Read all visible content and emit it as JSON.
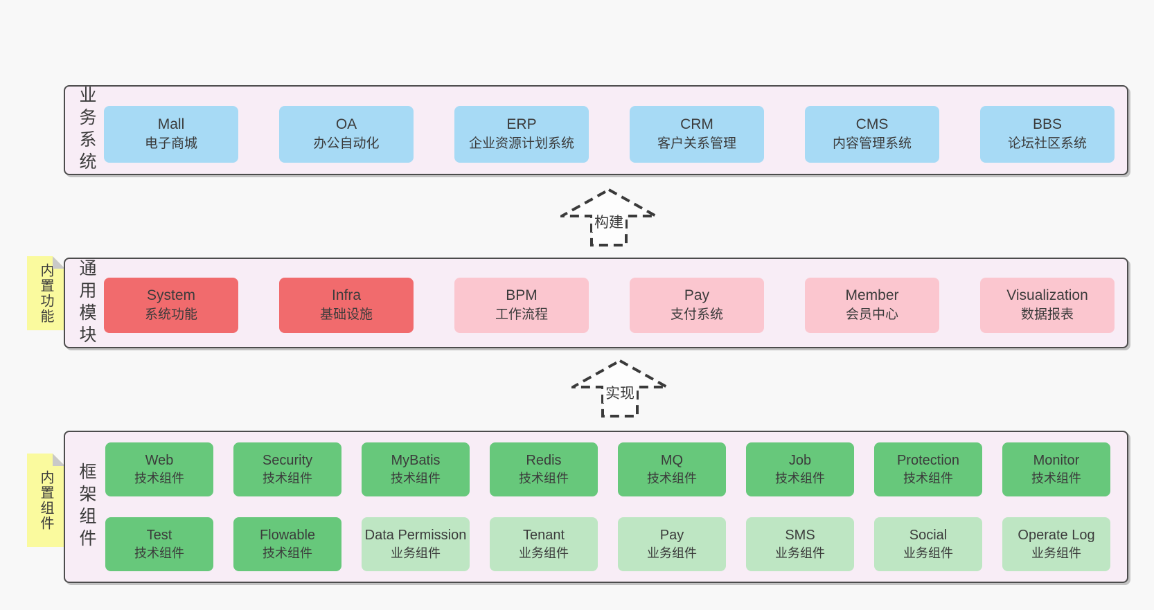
{
  "colors": {
    "page_bg": "#f8f8f8",
    "layer_bg": "#f8edf6",
    "layer_border": "#4c4c4c",
    "blue_box": "#a7daf5",
    "red_box": "#f16b6d",
    "pink_box": "#fbc6cf",
    "green_box": "#67c87b",
    "light_green_box": "#bee6c3",
    "tag_yellow": "#fafa9e",
    "fold_gray": "#c9c9c9",
    "text": "#3b3b3b"
  },
  "layers": [
    {
      "label": "业务系统",
      "boxes": [
        {
          "en": "Mall",
          "zh": "电子商城",
          "type": "blue"
        },
        {
          "en": "OA",
          "zh": "办公自动化",
          "type": "blue"
        },
        {
          "en": "ERP",
          "zh": "企业资源计划系统",
          "type": "blue"
        },
        {
          "en": "CRM",
          "zh": "客户关系管理",
          "type": "blue"
        },
        {
          "en": "CMS",
          "zh": "内容管理系统",
          "type": "blue"
        },
        {
          "en": "BBS",
          "zh": "论坛社区系统",
          "type": "blue"
        }
      ]
    },
    {
      "label": "通用模块",
      "tag": "内置功能",
      "boxes": [
        {
          "en": "System",
          "zh": "系统功能",
          "type": "red"
        },
        {
          "en": "Infra",
          "zh": "基础设施",
          "type": "red"
        },
        {
          "en": "BPM",
          "zh": "工作流程",
          "type": "pink"
        },
        {
          "en": "Pay",
          "zh": "支付系统",
          "type": "pink"
        },
        {
          "en": "Member",
          "zh": "会员中心",
          "type": "pink"
        },
        {
          "en": "Visualization",
          "zh": "数据报表",
          "type": "pink"
        }
      ]
    },
    {
      "label": "框架组件",
      "tag": "内置组件",
      "rows": [
        [
          {
            "en": "Web",
            "zh": "技术组件",
            "type": "green"
          },
          {
            "en": "Security",
            "zh": "技术组件",
            "type": "green"
          },
          {
            "en": "MyBatis",
            "zh": "技术组件",
            "type": "green"
          },
          {
            "en": "Redis",
            "zh": "技术组件",
            "type": "green"
          },
          {
            "en": "MQ",
            "zh": "技术组件",
            "type": "green"
          },
          {
            "en": "Job",
            "zh": "技术组件",
            "type": "green"
          },
          {
            "en": "Protection",
            "zh": "技术组件",
            "type": "green"
          },
          {
            "en": "Monitor",
            "zh": "技术组件",
            "type": "green"
          }
        ],
        [
          {
            "en": "Test",
            "zh": "技术组件",
            "type": "green"
          },
          {
            "en": "Flowable",
            "zh": "技术组件",
            "type": "green"
          },
          {
            "en": "Data Permission",
            "zh": "业务组件",
            "type": "light_green"
          },
          {
            "en": "Tenant",
            "zh": "业务组件",
            "type": "light_green"
          },
          {
            "en": "Pay",
            "zh": "业务组件",
            "type": "light_green"
          },
          {
            "en": "SMS",
            "zh": "业务组件",
            "type": "light_green"
          },
          {
            "en": "Social",
            "zh": "业务组件",
            "type": "light_green"
          },
          {
            "en": "Operate Log",
            "zh": "业务组件",
            "type": "light_green"
          }
        ]
      ]
    }
  ],
  "arrows": [
    {
      "label": "构建"
    },
    {
      "label": "实现"
    }
  ]
}
